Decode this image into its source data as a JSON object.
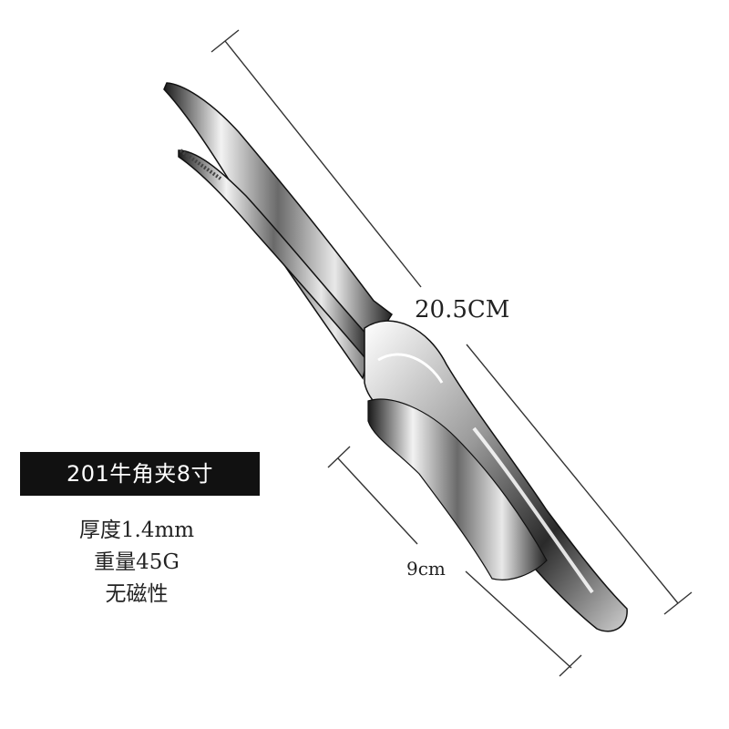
{
  "product_label": "201牛角夹8寸",
  "specs": {
    "thickness": "厚度1.4mm",
    "weight": "重量45G",
    "magnetic": "无磁性"
  },
  "dimensions": {
    "length_label": "20.5CM",
    "width_label": "9cm"
  },
  "colors": {
    "label_bg": "#111111",
    "label_text": "#ffffff",
    "line": "#333333"
  }
}
